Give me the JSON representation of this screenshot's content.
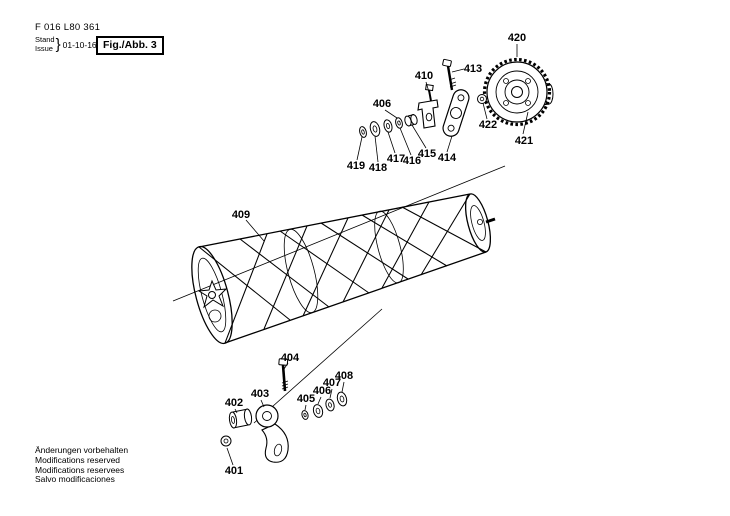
{
  "header": {
    "part_number": "F 016 L80 361",
    "stand_label": "Stand",
    "issue_label": "Issue",
    "brace": "}",
    "date": "01-10-16",
    "figure_label": "Fig./Abb. 3"
  },
  "footer": {
    "line1": "Änderungen vorbehalten",
    "line2": "Modifications reserved",
    "line3": "Modifications reservees",
    "line4": "Salvo modificaciones"
  },
  "callouts": {
    "c401": "401",
    "c402": "402",
    "c403": "403",
    "c404": "404",
    "c405": "405",
    "c406": "406",
    "c407": "407",
    "c408": "408",
    "c409": "409",
    "c410": "410",
    "c413": "413",
    "c414": "414",
    "c415": "415",
    "c416": "416",
    "c417": "417",
    "c418": "418",
    "c419": "419",
    "c420": "420",
    "c421": "421",
    "c422": "422"
  }
}
